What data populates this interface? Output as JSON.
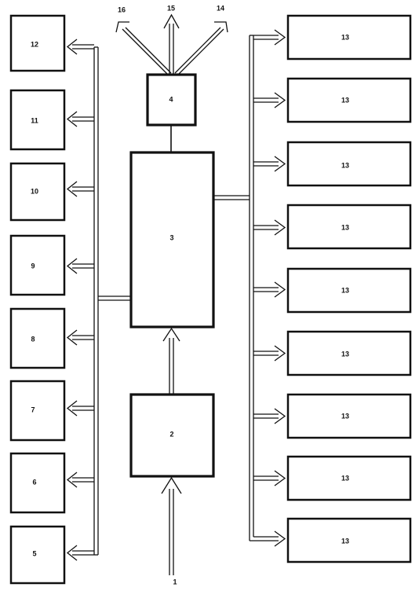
{
  "blocks": {
    "b1": "1",
    "b2": "2",
    "b3": "3",
    "b4": "4",
    "b5": "5",
    "b6": "6",
    "b7": "7",
    "b8": "8",
    "b9": "9",
    "b10": "10",
    "b11": "11",
    "b12": "12",
    "b13": [
      "13",
      "13",
      "13",
      "13",
      "13",
      "13",
      "13",
      "13",
      "13"
    ],
    "b14": "14",
    "b15": "15",
    "b16": "16"
  }
}
